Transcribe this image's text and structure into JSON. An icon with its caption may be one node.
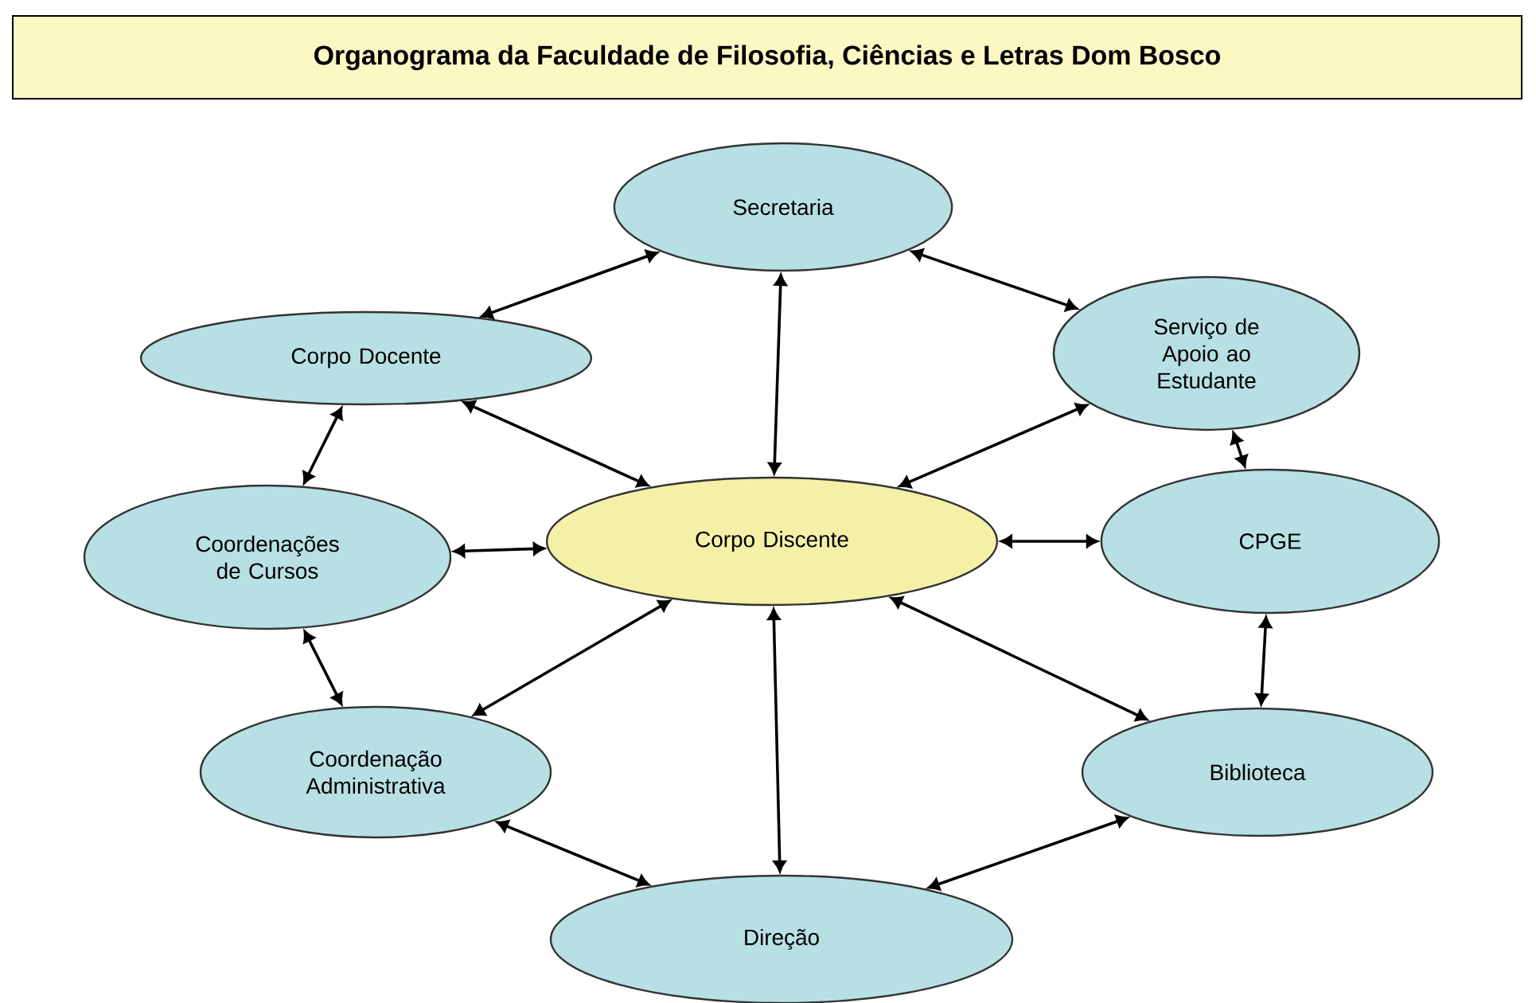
{
  "diagram": {
    "title": "Organograma da Faculdade de Filosofia, Ciências e Letras Dom Bosco",
    "nodes": [
      {
        "text": [
          "Secretaria"
        ]
      },
      {
        "text": [
          "Corpo Docente"
        ]
      },
      {
        "text": [
          "Serviço de Apoio ao Estudante"
        ]
      },
      {
        "text": [
          "Coordenações de Cursos"
        ]
      },
      {
        "text": [
          "Corpo Discente"
        ]
      },
      {
        "text": [
          "CPGE"
        ]
      },
      {
        "text": [
          "Coordenação Administrativa"
        ]
      },
      {
        "text": [
          "Biblioteca"
        ]
      },
      {
        "text": [
          "Direção"
        ]
      }
    ],
    "edges": [
      {
        "from": 0,
        "to": 1,
        "arrow": "both"
      },
      {
        "from": 0,
        "to": 2,
        "arrow": "both"
      },
      {
        "from": 0,
        "to": 4,
        "arrow": "both"
      },
      {
        "from": 4,
        "to": 1,
        "arrow": "both"
      },
      {
        "from": 4,
        "to": 2,
        "arrow": "both"
      },
      {
        "from": 4,
        "to": 3,
        "arrow": "both"
      },
      {
        "from": 4,
        "to": 5,
        "arrow": "both"
      },
      {
        "from": 4,
        "to": 6,
        "arrow": "both"
      },
      {
        "from": 4,
        "to": 7,
        "arrow": "both"
      },
      {
        "from": 4,
        "to": 8,
        "arrow": "both"
      },
      {
        "from": 3,
        "to": 1,
        "arrow": "both"
      },
      {
        "from": 6,
        "to": 3,
        "arrow": "both"
      },
      {
        "from": 2,
        "to": 5,
        "arrow": "both"
      },
      {
        "from": 5,
        "to": 7,
        "arrow": "both"
      },
      {
        "from": 6,
        "to": 8,
        "arrow": "both"
      },
      {
        "from": 7,
        "to": 8,
        "arrow": "both"
      }
    ]
  }
}
